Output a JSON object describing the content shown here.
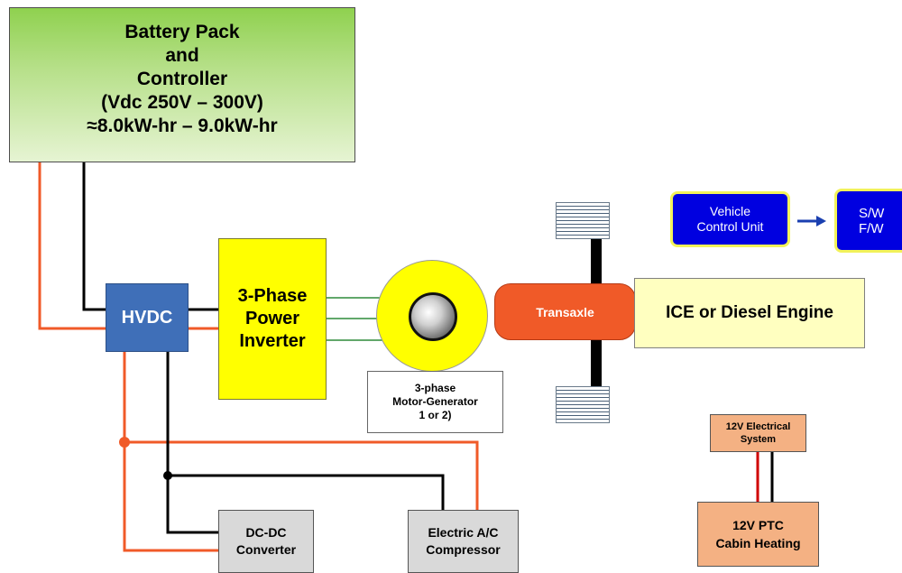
{
  "battery": {
    "lines": [
      "Battery Pack",
      "and",
      "Controller",
      "(Vdc 250V – 300V)",
      "≈8.0kW-hr – 9.0kW-hr"
    ]
  },
  "hvdc": {
    "label": "HVDC"
  },
  "inverter": {
    "lines": [
      "3-Phase",
      "Power",
      "Inverter"
    ]
  },
  "motor_generator": {
    "lines": [
      "3-phase",
      "Motor-Generator",
      "1 or 2)"
    ]
  },
  "transaxle": {
    "label": "Transaxle"
  },
  "engine": {
    "label": "ICE or Diesel Engine"
  },
  "vcu": {
    "lines": [
      "Vehicle",
      "Control Unit"
    ]
  },
  "swfw": {
    "lines": [
      "S/W",
      "F/W"
    ]
  },
  "dcdc": {
    "lines": [
      "DC-DC",
      "Converter"
    ]
  },
  "ac": {
    "lines": [
      "Electric A/C",
      "Compressor"
    ]
  },
  "electrical_12v": {
    "lines": [
      "12V Electrical",
      "System"
    ]
  },
  "ptc": {
    "lines": [
      "12V PTC",
      "Cabin Heating"
    ]
  },
  "colors": {
    "battery_green": "#8fd14f",
    "hvdc_blue": "#3f6fb8",
    "inverter_yellow": "#ffff00",
    "transaxle_orange": "#f05a28",
    "engine_cream": "#ffffc0",
    "vcu_blue": "#0000e0",
    "accessory_gray": "#d9d9d9",
    "low_voltage_peach": "#f4b183",
    "hv_positive_wire": "#f05a28",
    "hv_negative_wire": "#000000",
    "phase_wire": "#2e8b3a"
  }
}
